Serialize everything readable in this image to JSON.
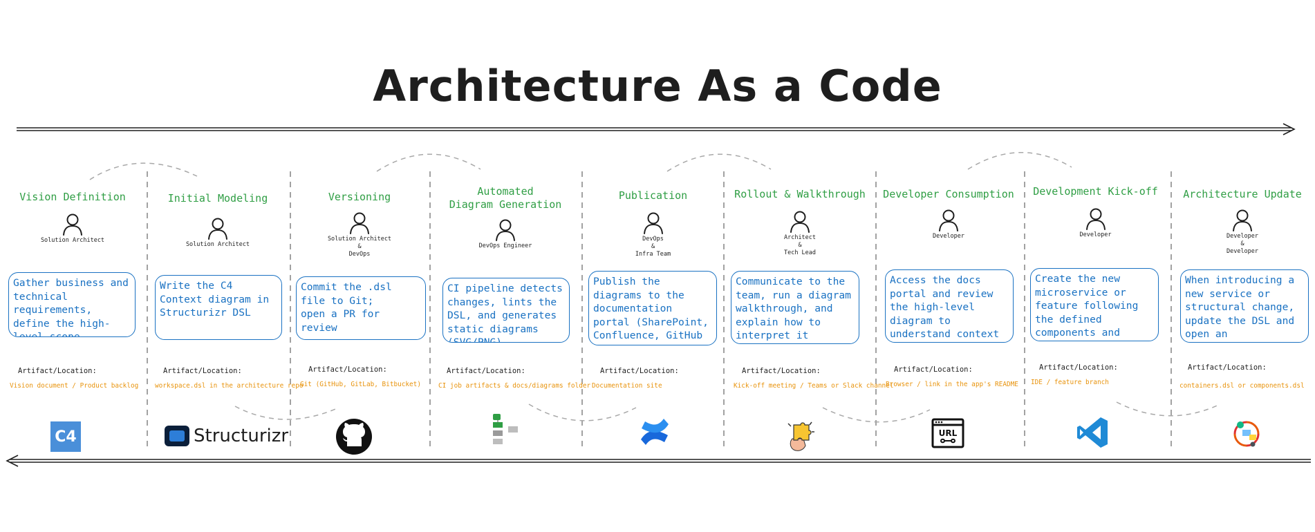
{
  "title": "Architecture As a Code",
  "stages": [
    {
      "title_lines": [
        "Vision Definition"
      ],
      "role_lines": [
        "Solution Architect"
      ],
      "description": "Gather business and technical requirements, define the high-level scope",
      "artifact_label": "Artifact/Location:",
      "artifact_value": "Vision document / Product backlog",
      "logo": "c4-logo",
      "logo_text": "C4"
    },
    {
      "title_lines": [
        "Initial Modeling"
      ],
      "role_lines": [
        "Solution Architect"
      ],
      "description": "Write the C4 Context diagram in Structurizr DSL",
      "artifact_label": "Artifact/Location:",
      "artifact_value": "workspace.dsl in the architecture repo",
      "logo": "structurizr-logo",
      "logo_text": "Structurizr"
    },
    {
      "title_lines": [
        "Versioning"
      ],
      "role_lines": [
        "Solution Architect",
        "&",
        "DevOps"
      ],
      "description": "Commit the .dsl file to Git;\nopen a PR for review",
      "artifact_label": "Artifact/Location:",
      "artifact_value": "Git (GitHub, GitLab, Bitbucket)",
      "logo": "github-icon"
    },
    {
      "title_lines": [
        "Automated",
        "Diagram Generation"
      ],
      "role_lines": [
        "DevOps Engineer"
      ],
      "description": "CI pipeline detects changes, lints the DSL, and generates static diagrams (SVG/PNG)",
      "artifact_label": "Artifact/Location:",
      "artifact_value": "CI job artifacts & docs/diagrams folder",
      "logo": "pipeline-icon"
    },
    {
      "title_lines": [
        "Publication"
      ],
      "role_lines": [
        "DevOps",
        "&",
        "Infra Team"
      ],
      "description": "Publish the diagrams to the documentation portal (SharePoint, Confluence, GitHub Pages)",
      "artifact_label": "Artifact/Location:",
      "artifact_value": "Documentation site",
      "logo": "confluence-icon"
    },
    {
      "title_lines": [
        "Rollout & Walkthrough"
      ],
      "role_lines": [
        "Architect",
        "&",
        "Tech Lead"
      ],
      "description": "Communicate to the team, run a diagram walkthrough, and explain how to interpret it",
      "artifact_label": "Artifact/Location:",
      "artifact_value": "Kick-off meeting / Teams or Slack channel",
      "logo": "puzzle-hand-icon"
    },
    {
      "title_lines": [
        "Developer Consumption"
      ],
      "role_lines": [
        "Developer"
      ],
      "description": "Access the docs portal and review the high-level diagram to understand context and boundaries",
      "artifact_label": "Artifact/Location:",
      "artifact_value": "Browser / link in the app's README",
      "logo": "url-browser-icon",
      "logo_text": "URL"
    },
    {
      "title_lines": [
        "Development Kick-off"
      ],
      "role_lines": [
        "Developer"
      ],
      "description": "Create the new microservice or feature following the defined components and integrations",
      "artifact_label": "Artifact/Location:",
      "artifact_value": "IDE / feature branch",
      "logo": "vscode-icon"
    },
    {
      "title_lines": [
        "Architecture Update"
      ],
      "role_lines": [
        "Developer",
        "&",
        "Developer"
      ],
      "description": "When introducing a new service or structural change, update the DSL and open an architecture PR",
      "artifact_label": "Artifact/Location:",
      "artifact_value": "containers.dsl or components.dsl",
      "logo": "update-cycle-icon"
    }
  ],
  "colors": {
    "title": "#1e1e1e",
    "stage_title": "#2f9e44",
    "description": "#1971c2",
    "artifact_value": "#e8930c",
    "divider": "#8a8a8a"
  }
}
